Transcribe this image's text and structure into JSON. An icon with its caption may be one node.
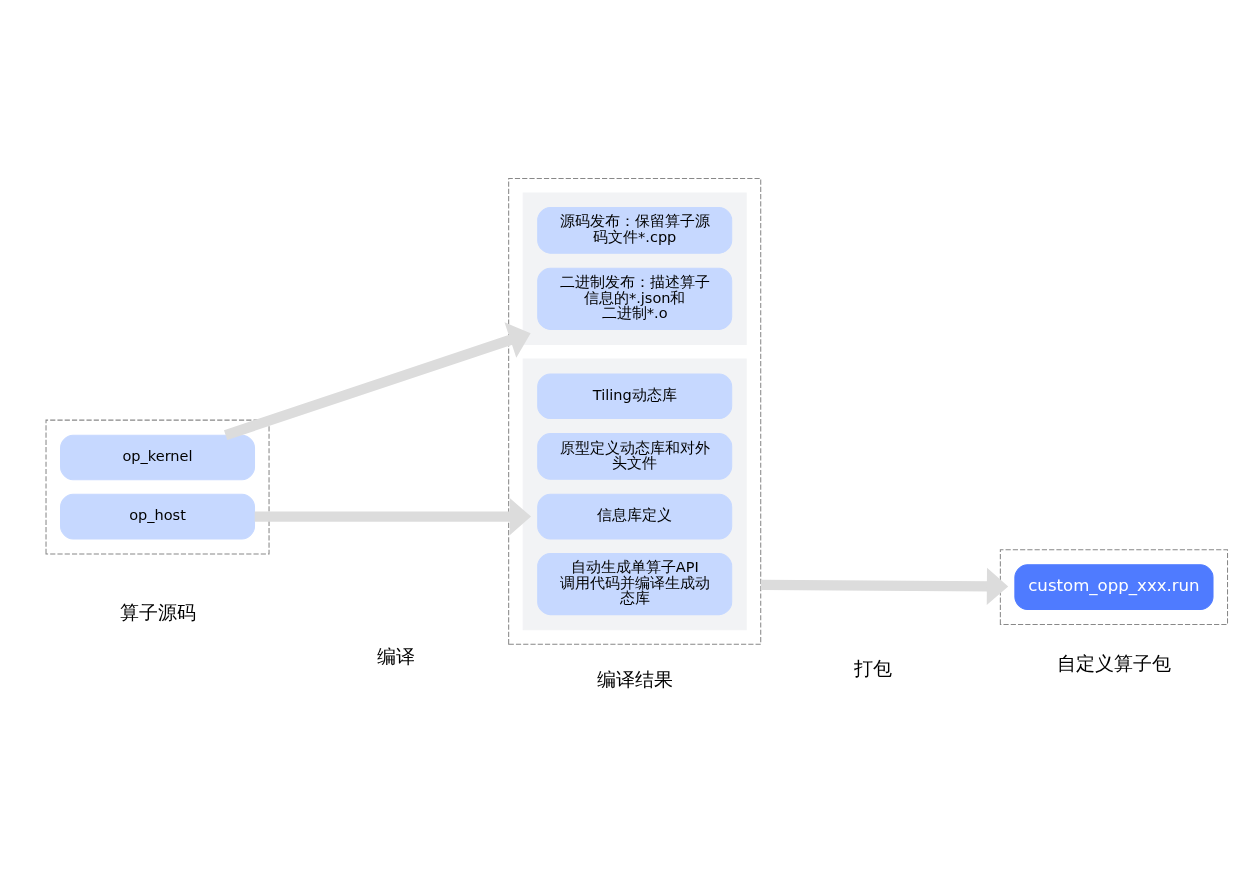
{
  "diagram": {
    "nodes": [
      {
        "text": [],
        "shape": "box"
      },
      {
        "text": [
          "op_kernel"
        ],
        "in": 0
      },
      {
        "text": [
          "op_host"
        ],
        "in": 0
      },
      {
        "text": [],
        "shape": "box"
      },
      {
        "text": [],
        "shape": "box",
        "in": 3
      },
      {
        "text": [
          "源码发布：保留算子源码文件*.cpp"
        ],
        "in": 4
      },
      {
        "text": [
          "二进制发布：描述算子信息的*.json和二进制*.o"
        ],
        "in": 4
      },
      {
        "text": [],
        "shape": "box",
        "in": 3
      },
      {
        "text": [
          "Tiling动态库"
        ],
        "in": 7
      },
      {
        "text": [
          "原型定义动态库和对外头文件"
        ],
        "in": 7
      },
      {
        "text": [
          "信息库定义"
        ],
        "in": 7
      },
      {
        "text": [
          "自动生成单算子API调用代码并编译生成动态库"
        ],
        "in": 7
      },
      {
        "text": [],
        "shape": "box"
      },
      {
        "text": [
          "custom_opp_xxx.run"
        ],
        "in": 12
      }
    ],
    "edges": [
      {
        "from": 1,
        "to": 4,
        "arrow": "to"
      },
      {
        "from": 2,
        "to": 7,
        "arrow": "to"
      },
      {
        "from": 3,
        "to": 12,
        "arrow": "to"
      }
    ],
    "labels": [
      "算子源码",
      "编译",
      "编译结果",
      "打包",
      "自定义算子包"
    ]
  }
}
